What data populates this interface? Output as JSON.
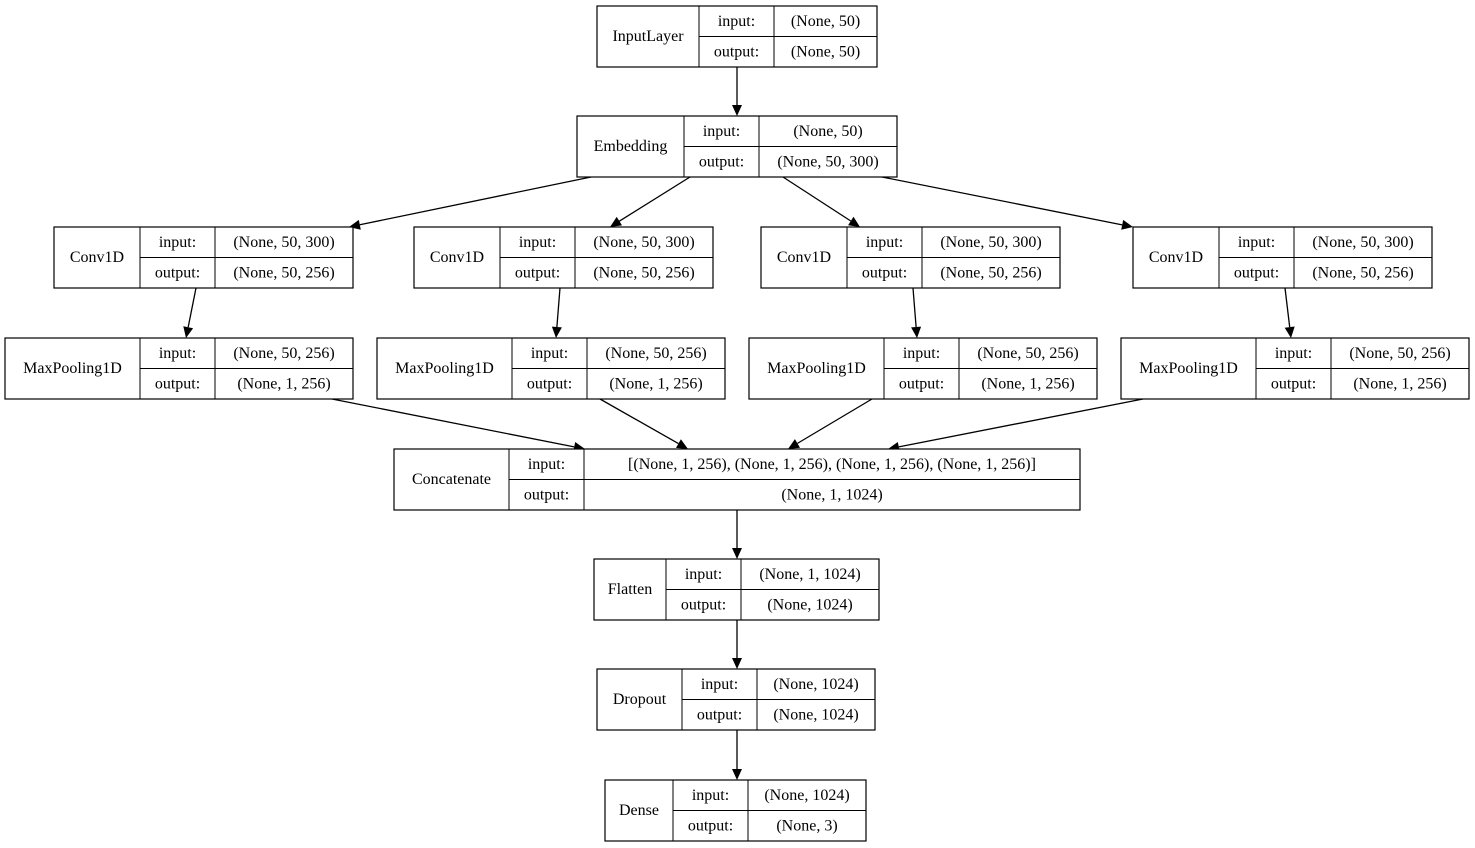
{
  "nodes": [
    {
      "id": "input_layer",
      "name": "InputLayer",
      "input_label": "input:",
      "output_label": "output:",
      "input_shape": "(None, 50)",
      "output_shape": "(None, 50)"
    },
    {
      "id": "embedding",
      "name": "Embedding",
      "input_label": "input:",
      "output_label": "output:",
      "input_shape": "(None, 50)",
      "output_shape": "(None, 50, 300)"
    },
    {
      "id": "conv1d_1",
      "name": "Conv1D",
      "input_label": "input:",
      "output_label": "output:",
      "input_shape": "(None, 50, 300)",
      "output_shape": "(None, 50, 256)"
    },
    {
      "id": "conv1d_2",
      "name": "Conv1D",
      "input_label": "input:",
      "output_label": "output:",
      "input_shape": "(None, 50, 300)",
      "output_shape": "(None, 50, 256)"
    },
    {
      "id": "conv1d_3",
      "name": "Conv1D",
      "input_label": "input:",
      "output_label": "output:",
      "input_shape": "(None, 50, 300)",
      "output_shape": "(None, 50, 256)"
    },
    {
      "id": "conv1d_4",
      "name": "Conv1D",
      "input_label": "input:",
      "output_label": "output:",
      "input_shape": "(None, 50, 300)",
      "output_shape": "(None, 50, 256)"
    },
    {
      "id": "maxpool_1",
      "name": "MaxPooling1D",
      "input_label": "input:",
      "output_label": "output:",
      "input_shape": "(None, 50, 256)",
      "output_shape": "(None, 1, 256)"
    },
    {
      "id": "maxpool_2",
      "name": "MaxPooling1D",
      "input_label": "input:",
      "output_label": "output:",
      "input_shape": "(None, 50, 256)",
      "output_shape": "(None, 1, 256)"
    },
    {
      "id": "maxpool_3",
      "name": "MaxPooling1D",
      "input_label": "input:",
      "output_label": "output:",
      "input_shape": "(None, 50, 256)",
      "output_shape": "(None, 1, 256)"
    },
    {
      "id": "maxpool_4",
      "name": "MaxPooling1D",
      "input_label": "input:",
      "output_label": "output:",
      "input_shape": "(None, 50, 256)",
      "output_shape": "(None, 1, 256)"
    },
    {
      "id": "concatenate",
      "name": "Concatenate",
      "input_label": "input:",
      "output_label": "output:",
      "input_shape": "[(None, 1, 256), (None, 1, 256), (None, 1, 256), (None, 1, 256)]",
      "output_shape": "(None, 1, 1024)"
    },
    {
      "id": "flatten",
      "name": "Flatten",
      "input_label": "input:",
      "output_label": "output:",
      "input_shape": "(None, 1, 1024)",
      "output_shape": "(None, 1024)"
    },
    {
      "id": "dropout",
      "name": "Dropout",
      "input_label": "input:",
      "output_label": "output:",
      "input_shape": "(None, 1024)",
      "output_shape": "(None, 1024)"
    },
    {
      "id": "dense",
      "name": "Dense",
      "input_label": "input:",
      "output_label": "output:",
      "input_shape": "(None, 1024)",
      "output_shape": "(None, 3)"
    }
  ],
  "edges": [
    {
      "from": "input_layer",
      "to": "embedding"
    },
    {
      "from": "embedding",
      "to": "conv1d_1"
    },
    {
      "from": "embedding",
      "to": "conv1d_2"
    },
    {
      "from": "embedding",
      "to": "conv1d_3"
    },
    {
      "from": "embedding",
      "to": "conv1d_4"
    },
    {
      "from": "conv1d_1",
      "to": "maxpool_1"
    },
    {
      "from": "conv1d_2",
      "to": "maxpool_2"
    },
    {
      "from": "conv1d_3",
      "to": "maxpool_3"
    },
    {
      "from": "conv1d_4",
      "to": "maxpool_4"
    },
    {
      "from": "maxpool_1",
      "to": "concatenate"
    },
    {
      "from": "maxpool_2",
      "to": "concatenate"
    },
    {
      "from": "maxpool_3",
      "to": "concatenate"
    },
    {
      "from": "maxpool_4",
      "to": "concatenate"
    },
    {
      "from": "concatenate",
      "to": "flatten"
    },
    {
      "from": "flatten",
      "to": "dropout"
    },
    {
      "from": "dropout",
      "to": "dense"
    }
  ]
}
